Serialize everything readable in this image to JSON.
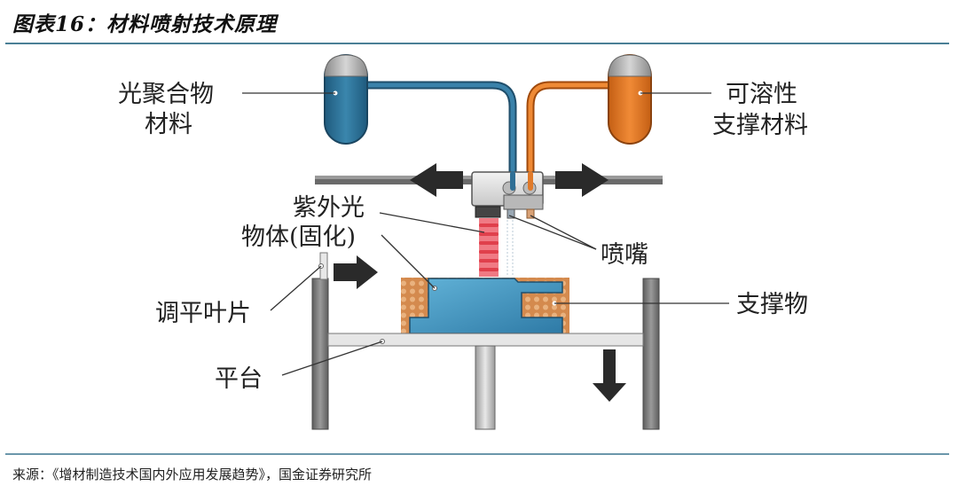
{
  "figure": {
    "title": "图表16：材料喷射技术原理",
    "source": "来源：《增材制造技术国内外应用发展趋势》，国金证券研究所"
  },
  "labels": {
    "photopolymer_line1": "光聚合物",
    "photopolymer_line2": "材料",
    "soluble_line1": "可溶性",
    "soluble_line2": "支撑材料",
    "uv_line1": "紫外光",
    "uv_line2": "物体(固化)",
    "nozzle": "喷嘴",
    "leveling_blade": "调平叶片",
    "support": "支撑物",
    "platform": "平台"
  },
  "colors": {
    "rule": "#4a7f96",
    "photopolymer": "#2f6f95",
    "soluble": "#e07a2a",
    "object": "#4a9cc4",
    "support_fill": "#d9925a",
    "uv_light": "#e8505a",
    "arrow": "#2a2a2a",
    "frame": "#7a7a7a"
  }
}
